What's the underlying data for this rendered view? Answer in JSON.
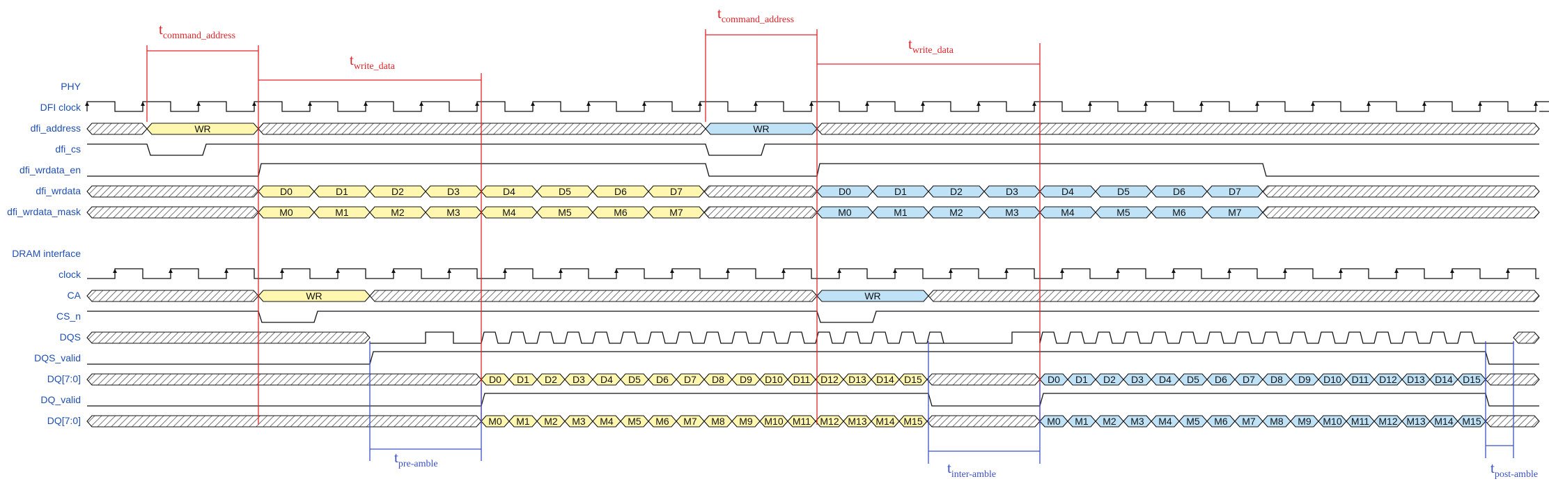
{
  "labels": {
    "phy": "PHY",
    "dfi_clock": "DFI clock",
    "dfi_address": "dfi_address",
    "dfi_cs": "dfi_cs",
    "dfi_wrdata_en": "dfi_wrdata_en",
    "dfi_wrdata": "dfi_wrdata",
    "dfi_wrdata_mask": "dfi_wrdata_mask",
    "dram_interface": "DRAM interface",
    "clock": "clock",
    "ca": "CA",
    "cs_n": "CS_n",
    "dqs": "DQS",
    "dqs_valid": "DQS_valid",
    "dq_data": "DQ[7:0]",
    "dq_valid": "DQ_valid",
    "dq_mask": "DQ[7:0]"
  },
  "commands": {
    "wr": "WR"
  },
  "dfi_data_words": [
    "D0",
    "D1",
    "D2",
    "D3",
    "D4",
    "D5",
    "D6",
    "D7"
  ],
  "dfi_mask_words": [
    "M0",
    "M1",
    "M2",
    "M3",
    "M4",
    "M5",
    "M6",
    "M7"
  ],
  "dq_data_words": [
    "D0",
    "D1",
    "D2",
    "D3",
    "D4",
    "D5",
    "D6",
    "D7",
    "D8",
    "D9",
    "D10",
    "D11",
    "D12",
    "D13",
    "D14",
    "D15"
  ],
  "dq_mask_words": [
    "M0",
    "M1",
    "M2",
    "M3",
    "M4",
    "M5",
    "M6",
    "M7",
    "M8",
    "M9",
    "M10",
    "M11",
    "M12",
    "M13",
    "M14",
    "M15"
  ],
  "timing": {
    "t_command_address": {
      "base": "t",
      "sub": "command_address"
    },
    "t_write_data": {
      "base": "t",
      "sub": "write_data"
    },
    "t_pre_amble": {
      "base": "t",
      "sub": "pre-amble"
    },
    "t_inter_amble": {
      "base": "t",
      "sub": "inter-amble"
    },
    "t_post_amble": {
      "base": "t",
      "sub": "post-amble"
    }
  },
  "colors": {
    "label": "#1f4fb3",
    "red_marker": "#e0242a",
    "blue_marker": "#3a4fc9",
    "first_write_fill": "#fff7b0",
    "second_write_fill": "#bfe2f7",
    "wire": "#111111"
  }
}
